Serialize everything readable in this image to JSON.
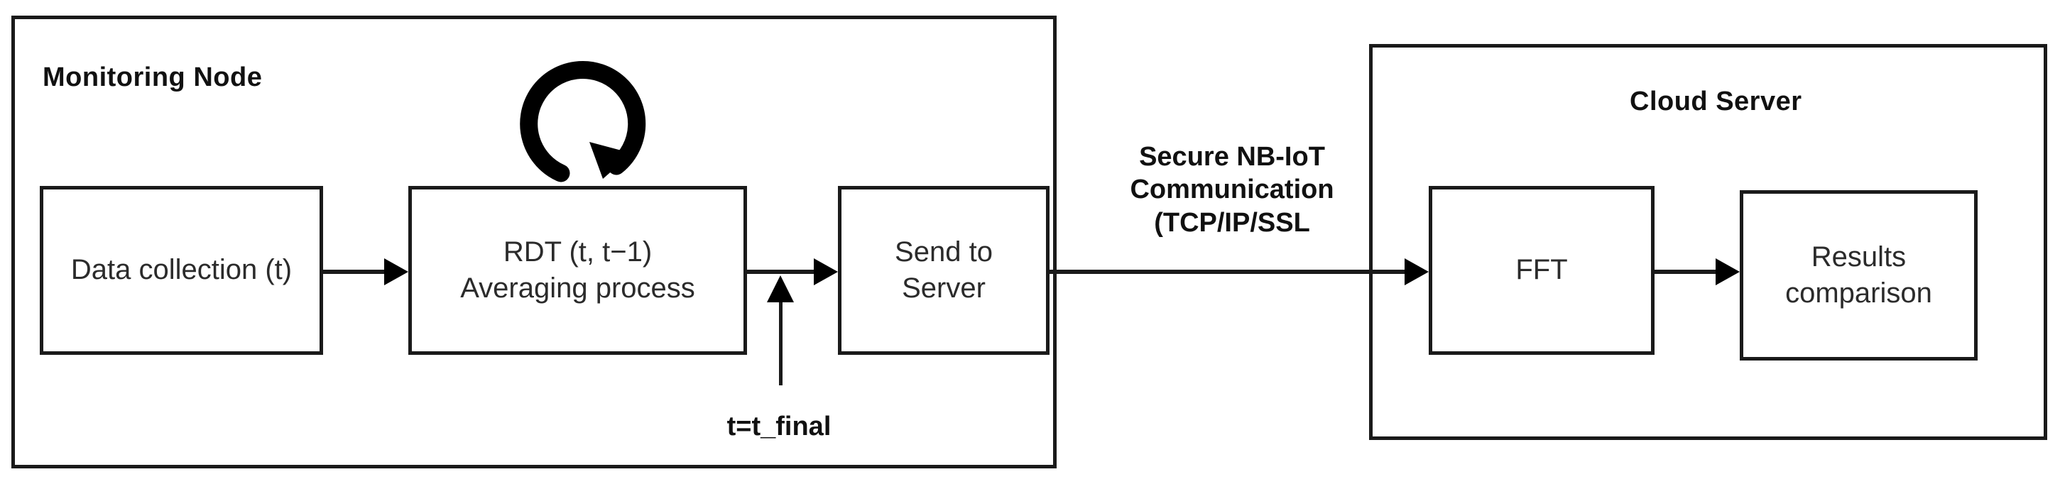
{
  "diagram": {
    "title": "Monitoring Node to Cloud Server data processing flow",
    "groups": [
      {
        "id": "monitoring-node",
        "label": "Monitoring Node"
      },
      {
        "id": "cloud-server",
        "label": "Cloud Server"
      }
    ],
    "nodes": [
      {
        "id": "data-collection",
        "label": "Data collection (t)"
      },
      {
        "id": "rdt-averaging",
        "label": "RDT (t, t−1)\nAveraging process"
      },
      {
        "id": "send-to-server",
        "label": "Send to\nServer"
      },
      {
        "id": "fft",
        "label": "FFT"
      },
      {
        "id": "results-comparison",
        "label": "Results\ncomparison"
      }
    ],
    "edge_labels": {
      "link": "Secure NB-IoT\nCommunication\n(TCP/IP/SSL",
      "condition": "t=t_final"
    },
    "icons": {
      "loop": "loop-arrow-icon"
    },
    "colors": {
      "stroke": "#1a1a1a",
      "text": "#2b2b2b",
      "bold_text": "#111111",
      "background": "#ffffff"
    }
  }
}
